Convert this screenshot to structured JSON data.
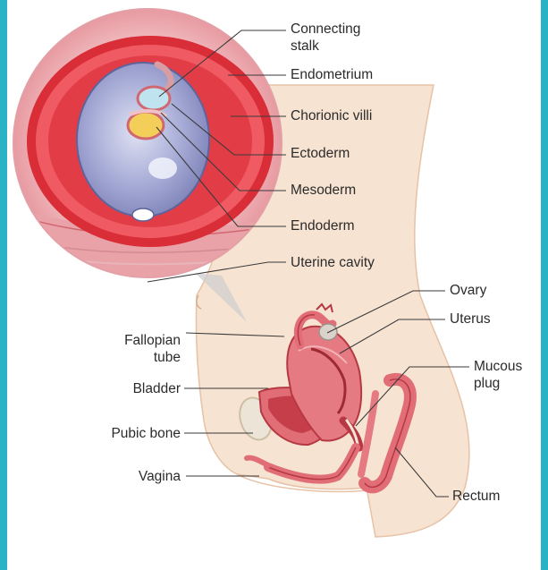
{
  "colors": {
    "frame": "#2ab3c4",
    "leader": "#3a3a3a",
    "endometrium": "#e8a6ab",
    "decidua_red": "#d42a34",
    "amnion": "#b9bde0",
    "skin": "#f5ddc8",
    "organ": "#d95c68"
  },
  "labels": {
    "connecting_stalk": "Connecting\nstalk",
    "endometrium": "Endometrium",
    "chorionic_villi": "Chorionic villi",
    "ectoderm": "Ectoderm",
    "mesoderm": "Mesoderm",
    "endoderm": "Endoderm",
    "uterine_cavity": "Uterine cavity",
    "ovary": "Ovary",
    "uterus": "Uterus",
    "mucous_plug": "Mucous\nplug",
    "fallopian_tube": "Fallopian\ntube",
    "bladder": "Bladder",
    "pubic_bone": "Pubic bone",
    "vagina": "Vagina",
    "rectum": "Rectum"
  }
}
